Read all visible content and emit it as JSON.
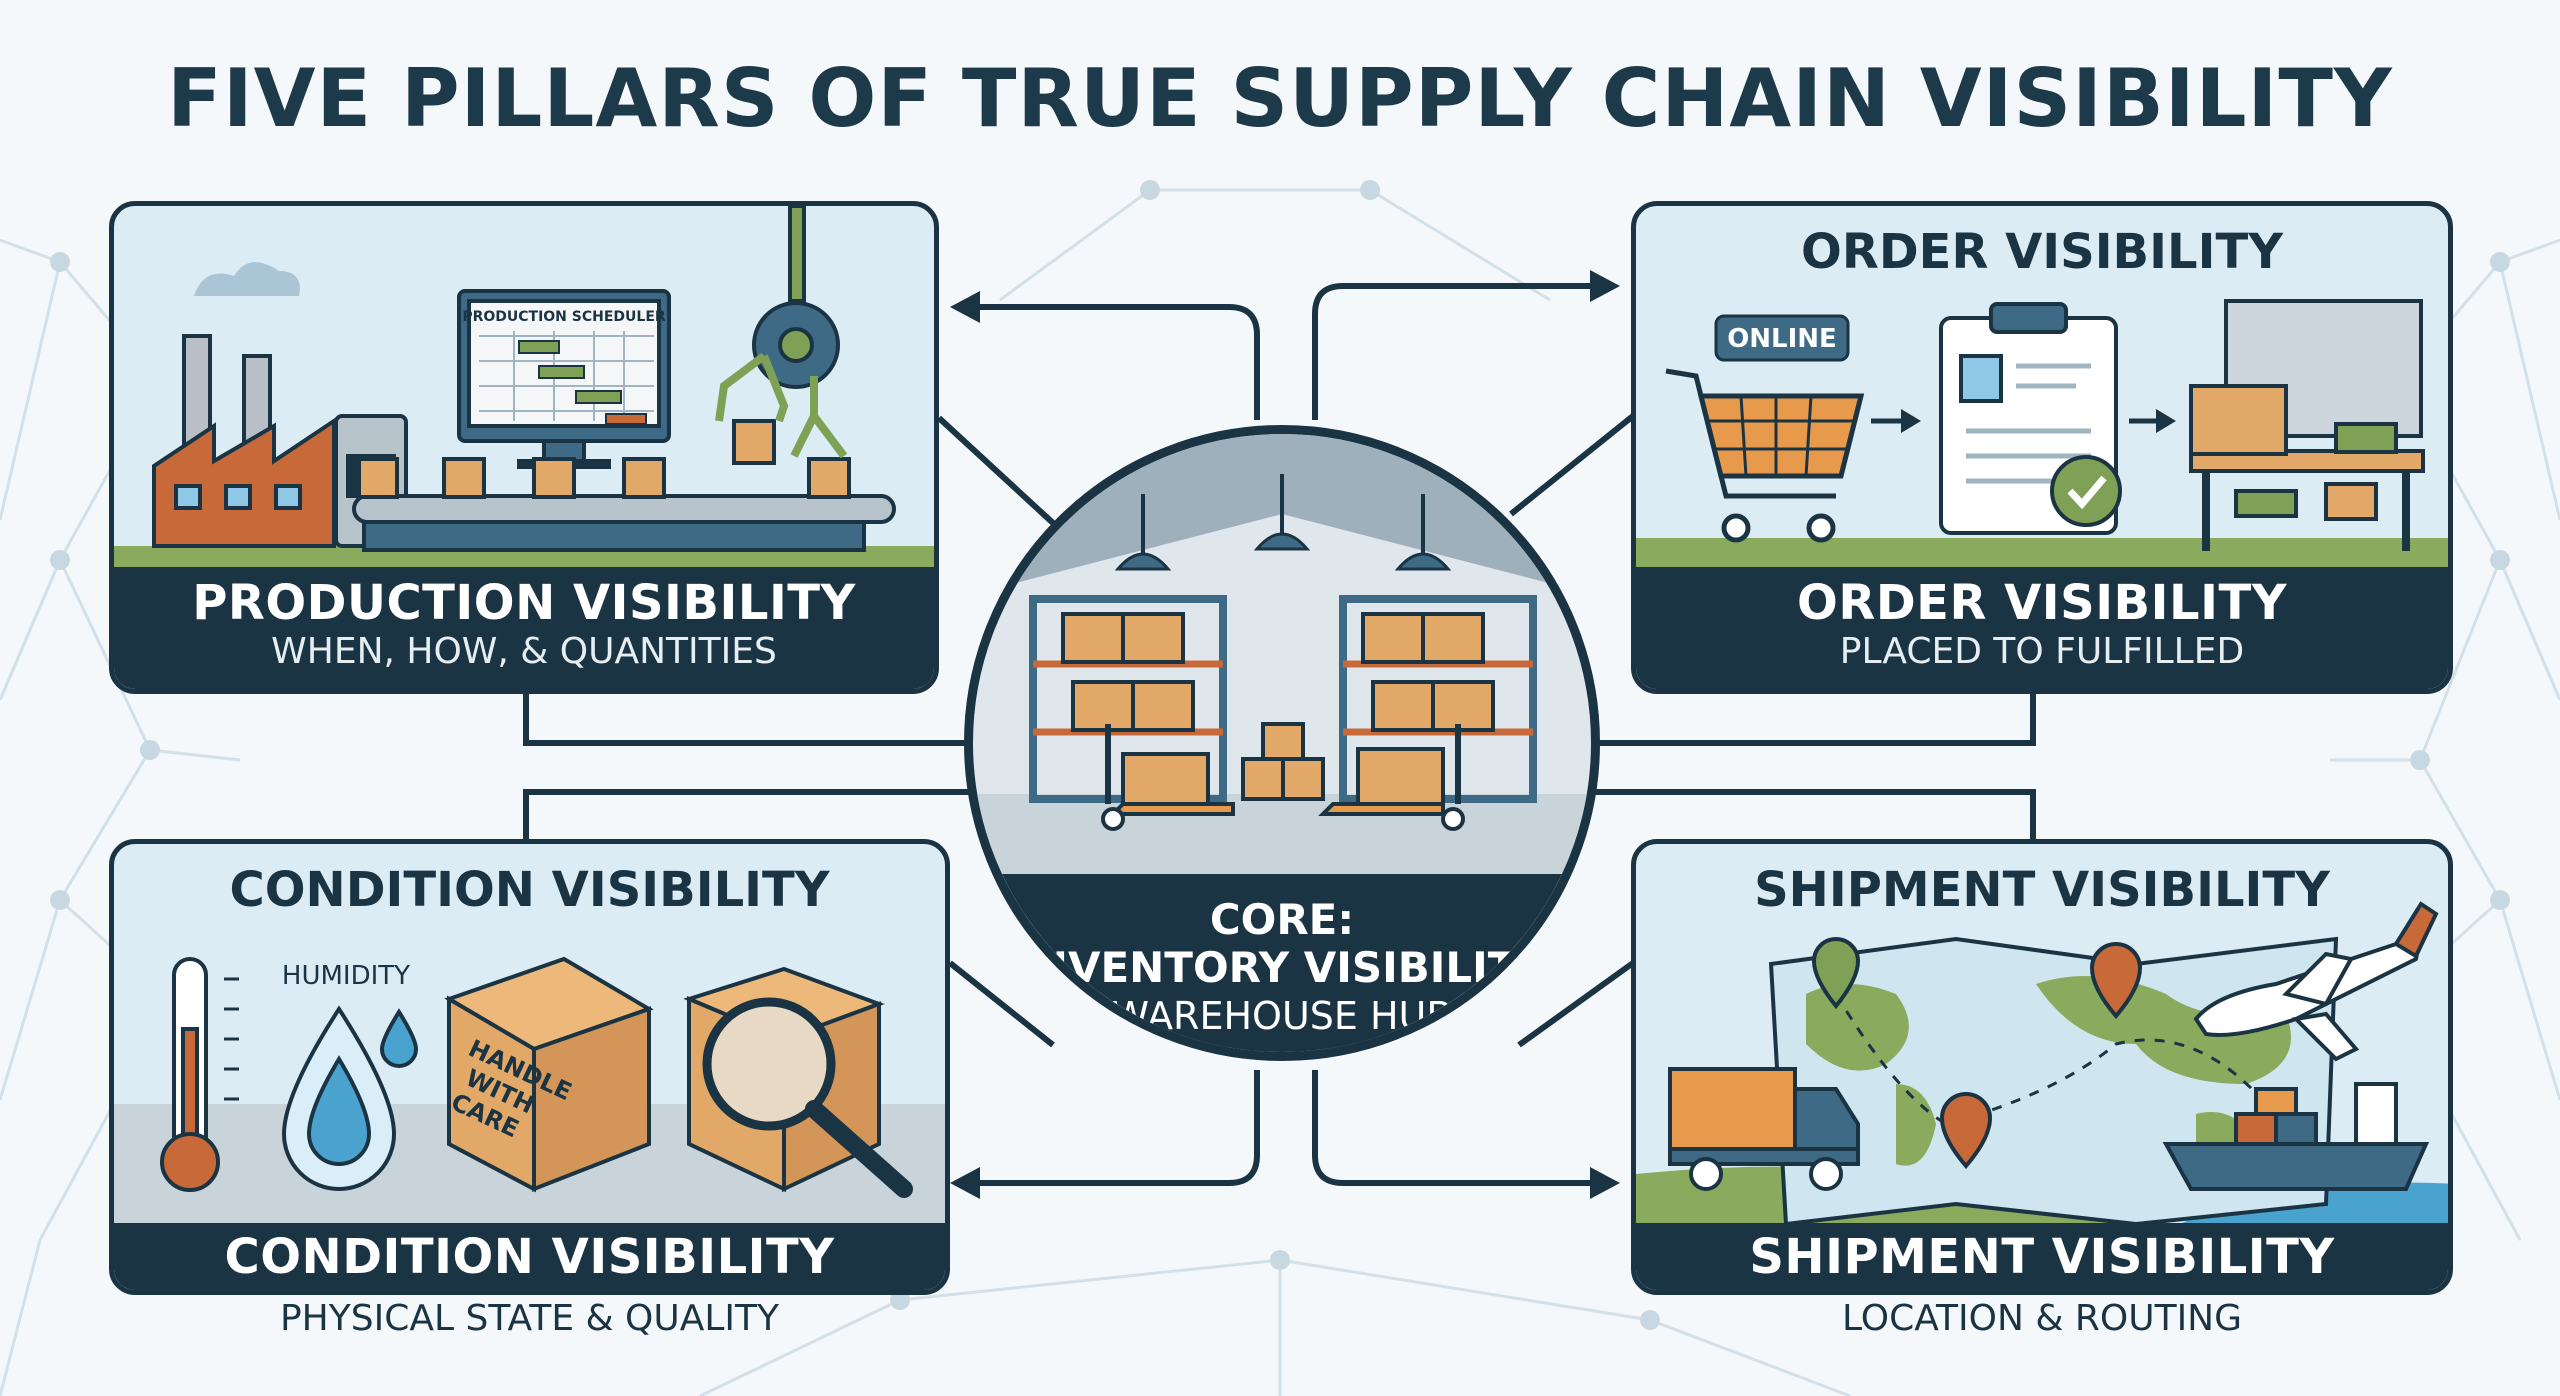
{
  "title": "FIVE PILLARS OF TRUE SUPPLY CHAIN VISIBILITY",
  "colors": {
    "navy": "#1b3444",
    "panel": "#dcecf4",
    "orange": "#c8693a",
    "box": "#e2a868",
    "green": "#7ea155",
    "steel": "#3f6a86"
  },
  "hub": {
    "line1": "CORE:",
    "line2": "INVENTORY VISIBILITY",
    "line3": "(WAREHOUSE HUB)"
  },
  "production": {
    "title": "PRODUCTION VISIBILITY",
    "subtitle": "WHEN, HOW, & QUANTITIES",
    "screen_label": "PRODUCTION SCHEDULER"
  },
  "order": {
    "header": "ORDER VISIBILITY",
    "title": "ORDER VISIBILITY",
    "subtitle": "PLACED TO FULFILLED",
    "online_badge": "ONLINE"
  },
  "condition": {
    "header": "CONDITION VISIBILITY",
    "title": "CONDITION VISIBILITY",
    "subtitle": "PHYSICAL STATE & QUALITY",
    "humidity_label": "HUMIDITY",
    "box_label_1": "HANDLE",
    "box_label_2": "WITH",
    "box_label_3": "CARE"
  },
  "shipment": {
    "header": "SHIPMENT VISIBILITY",
    "title": "SHIPMENT VISIBILITY",
    "subtitle": "LOCATION & ROUTING"
  }
}
